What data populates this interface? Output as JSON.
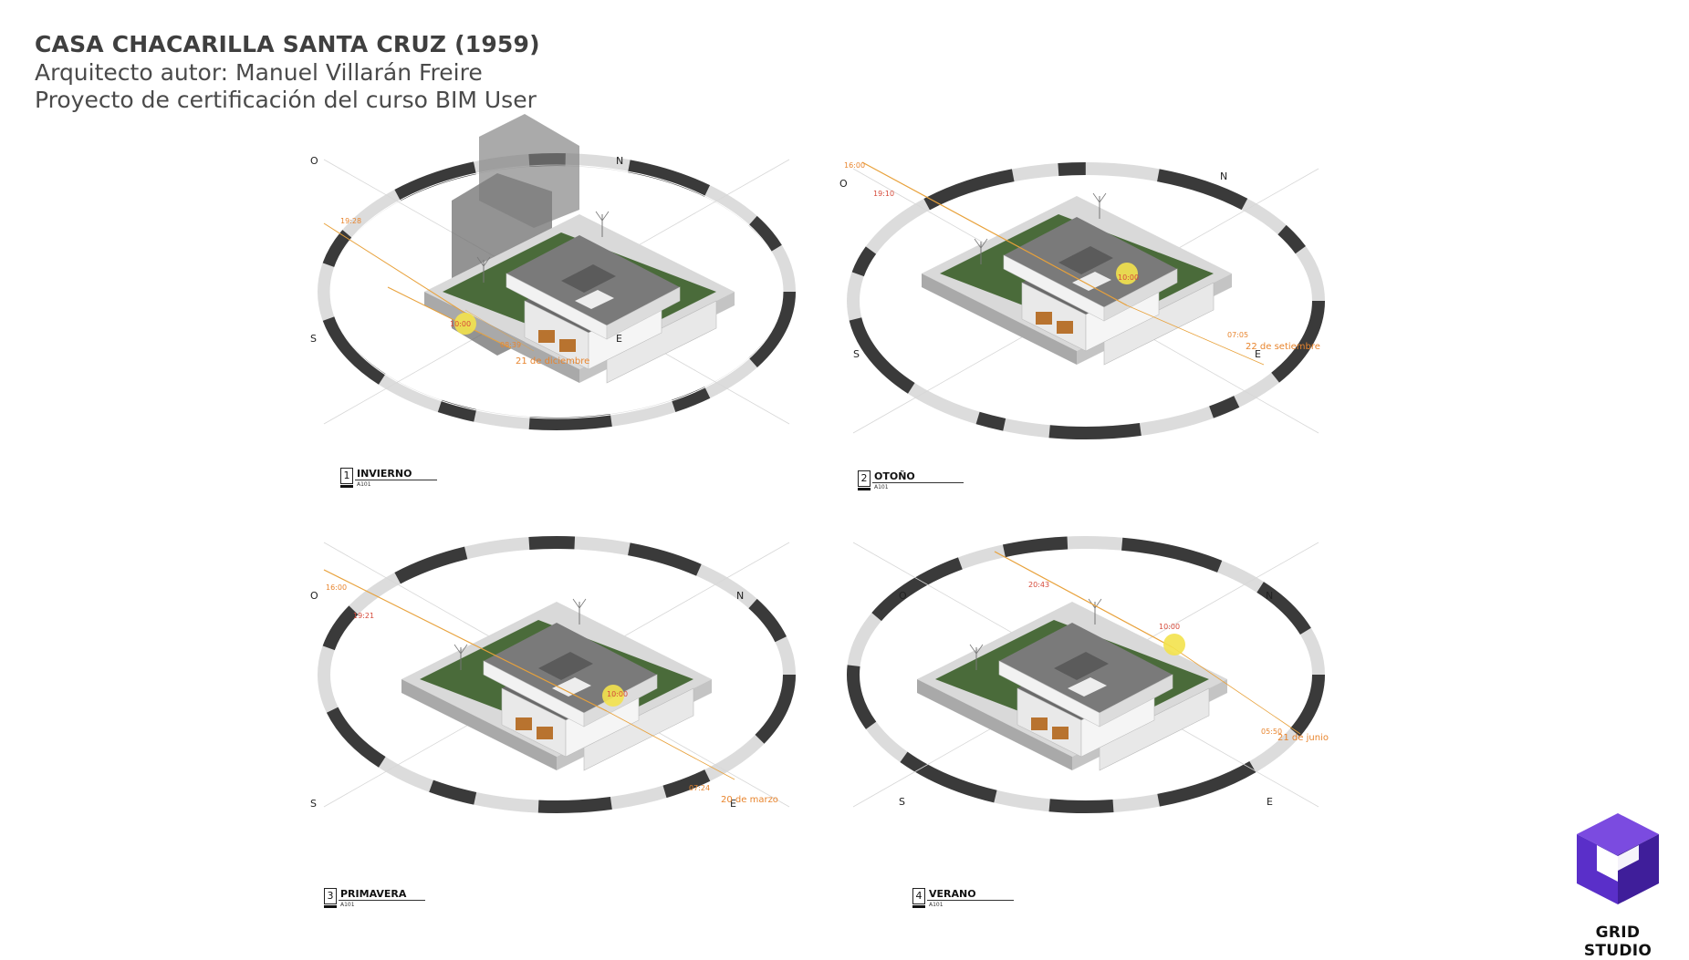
{
  "header": {
    "title": "CASA CHACARILLA SANTA CRUZ (1959)",
    "author": "Arquitecto autor: Manuel Villarán Freire",
    "project": "Proyecto de certificación del curso BIM User"
  },
  "compass": {
    "n": "N",
    "s": "S",
    "e": "E",
    "o": "O"
  },
  "views": [
    {
      "num": "1",
      "name": "INVIERNO",
      "sheet": "A101",
      "date": "21 de diciembre",
      "times": {
        "noon": "10:00",
        "sunrise": "08:39",
        "sunset": "19:28"
      }
    },
    {
      "num": "2",
      "name": "OTOÑO",
      "sheet": "A101",
      "date": "22 de setiembre",
      "times": {
        "noon": "10:00",
        "sunrise": "07:05",
        "sunset": "19:10",
        "start": "16:00"
      }
    },
    {
      "num": "3",
      "name": "PRIMAVERA",
      "sheet": "A101",
      "date": "20 de marzo",
      "times": {
        "noon": "10:00",
        "sunrise": "07:24",
        "sunset": "19:21",
        "start": "16:00"
      }
    },
    {
      "num": "4",
      "name": "VERANO",
      "sheet": "A101",
      "date": "21 de junio",
      "times": {
        "noon": "10:00",
        "sunrise": "05:50",
        "sunset": "20:43"
      }
    }
  ],
  "brand": {
    "name": "GRID STUDIO"
  },
  "colors": {
    "sun": "#f3e24c",
    "sun_path": "#e8a13a",
    "grass": "#4a6b3a",
    "roof": "#808080",
    "brand_purple": "#5a2fc9"
  }
}
